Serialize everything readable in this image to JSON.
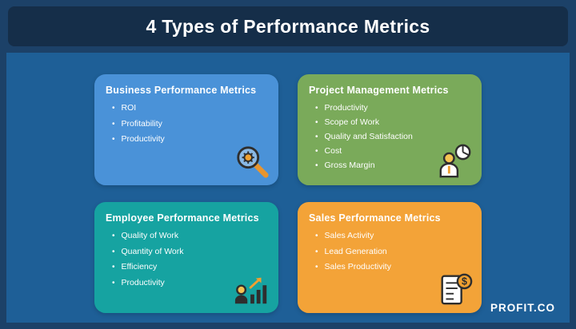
{
  "header": {
    "title": "4 Types of Performance Metrics"
  },
  "cards": [
    {
      "title": "Business Performance Metrics",
      "items": [
        "ROI",
        "Profitability",
        "Productivity"
      ],
      "color": "#4a92d8",
      "icon": "magnifier-gear-icon"
    },
    {
      "title": "Project Management Metrics",
      "items": [
        "Productivity",
        "Scope of Work",
        "Quality and Satisfaction",
        "Cost",
        "Gross Margin"
      ],
      "color": "#7aaa5a",
      "icon": "person-piechart-icon"
    },
    {
      "title": "Employee Performance Metrics",
      "items": [
        "Quality of Work",
        "Quantity of Work",
        "Efficiency",
        "Productivity"
      ],
      "color": "#16a3a1",
      "icon": "person-barchart-icon"
    },
    {
      "title": "Sales Performance Metrics",
      "items": [
        "Sales Activity",
        "Lead Generation",
        "Sales Productivity"
      ],
      "color": "#f3a338",
      "icon": "document-dollar-icon"
    }
  ],
  "footer": {
    "brand": "PROFIT.CO"
  },
  "colors": {
    "page_background": "#1c4168",
    "header_background": "#152e49",
    "panel_background": "#1e5f97",
    "text": "#ffffff",
    "icon_accent": "#f0a030",
    "icon_outline": "#2e2e2e"
  }
}
